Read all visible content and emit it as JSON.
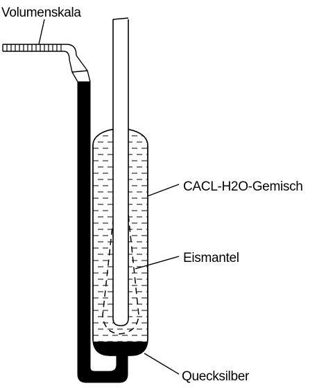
{
  "labels": {
    "volumenskala": "Volumenskala",
    "gemisch": "CACL-H2O-Gemisch",
    "eismantel": "Eismantel",
    "quecksilber": "Quecksilber"
  },
  "colors": {
    "ink": "#000000",
    "background": "#ffffff"
  }
}
